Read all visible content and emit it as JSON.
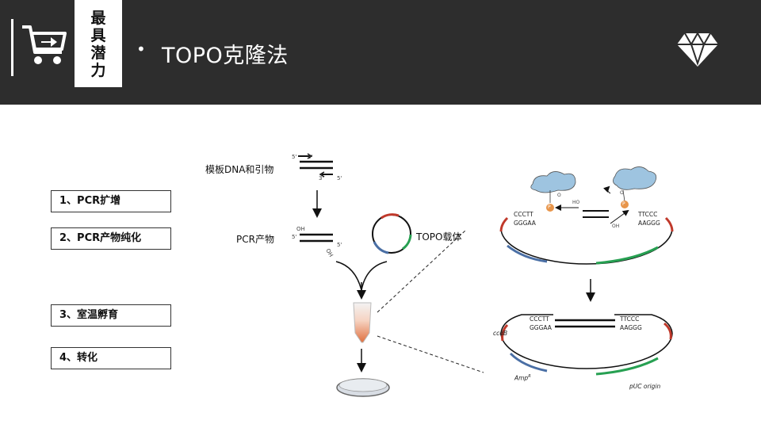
{
  "header": {
    "tag_chars": [
      "最",
      "具",
      "潜",
      "力"
    ],
    "bullet": "•",
    "title": "TOPO克隆法"
  },
  "steps": [
    "1、PCR扩增",
    "2、PCR产物纯化",
    "3、室温孵育",
    "4、转化"
  ],
  "diagram": {
    "template_label": "模板DNA和引物",
    "pcr_label": "PCR产物",
    "vector_label": "TOPO载体",
    "top_strand_5": "5'",
    "top_strand_3": "3'",
    "bottom_strand_3": "3'",
    "bottom_strand_5": "5'",
    "oh_top": "OH",
    "oh_bottom": "OH",
    "pcr_5": "5'",
    "pcr_5b": "5'",
    "left_seq_top": "CCCTT",
    "left_seq_bottom": "GGGAA",
    "right_seq_top": "TTCCC",
    "right_seq_bottom": "AAGGG",
    "ho": "HO",
    "oh_ins": "OH",
    "o1": "O",
    "o2": "O",
    "p1": "P",
    "p2": "P",
    "final_left_top": "CCCTT",
    "final_left_bottom": "GGGAA",
    "final_right_top": "TTCCC",
    "final_right_bottom": "AAGGG",
    "ccdb": "ccdB",
    "amp": "Amp",
    "amp_sup": "R",
    "puc": "pUC origin"
  },
  "colors": {
    "header_bg": "#2d2d2d",
    "red_segment": "#c0392b",
    "blue_segment": "#4a6fa5",
    "green_segment": "#27a052",
    "enzyme": "#9ec4e0",
    "phosphate": "#e8954a"
  }
}
